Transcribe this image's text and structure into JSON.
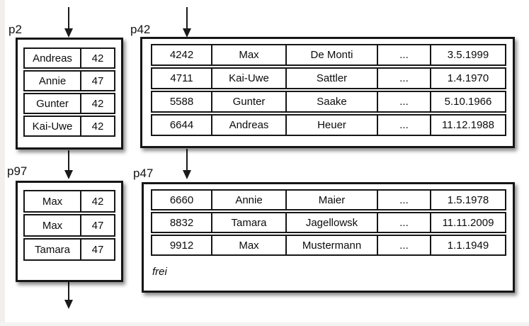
{
  "colors": {
    "line": "#1a1a1a",
    "page_background": "#ffffff",
    "edge_strip": "#f1f0ee"
  },
  "pages": [
    {
      "id": "p2",
      "label": "p2",
      "kind": "index-page",
      "rows": [
        [
          "Andreas",
          "42"
        ],
        [
          "Annie",
          "47"
        ],
        [
          "Gunter",
          "42"
        ],
        [
          "Kai-Uwe",
          "42"
        ]
      ]
    },
    {
      "id": "p42",
      "label": "p42",
      "kind": "data-page",
      "rows": [
        [
          "4242",
          "Max",
          "De Monti",
          "...",
          "3.5.1999"
        ],
        [
          "4711",
          "Kai-Uwe",
          "Sattler",
          "...",
          "1.4.1970"
        ],
        [
          "5588",
          "Gunter",
          "Saake",
          "...",
          "5.10.1966"
        ],
        [
          "6644",
          "Andreas",
          "Heuer",
          "...",
          "11.12.1988"
        ]
      ]
    },
    {
      "id": "p97",
      "label": "p97",
      "kind": "index-page",
      "rows": [
        [
          "Max",
          "42"
        ],
        [
          "Max",
          "47"
        ],
        [
          "Tamara",
          "47"
        ]
      ]
    },
    {
      "id": "p47",
      "label": "p47",
      "kind": "data-page",
      "free_label": "frei",
      "rows": [
        [
          "6660",
          "Annie",
          "Maier",
          "...",
          "1.5.1978"
        ],
        [
          "8832",
          "Tamara",
          "Jagellowsk",
          "...",
          "11.11.2009"
        ],
        [
          "9912",
          "Max",
          "Mustermann",
          "...",
          "1.1.1949"
        ]
      ]
    }
  ],
  "arrows": [
    {
      "name": "into-p2"
    },
    {
      "name": "into-p42"
    },
    {
      "name": "p2-to-p97"
    },
    {
      "name": "p42-to-p47"
    },
    {
      "name": "out-of-p97"
    }
  ]
}
